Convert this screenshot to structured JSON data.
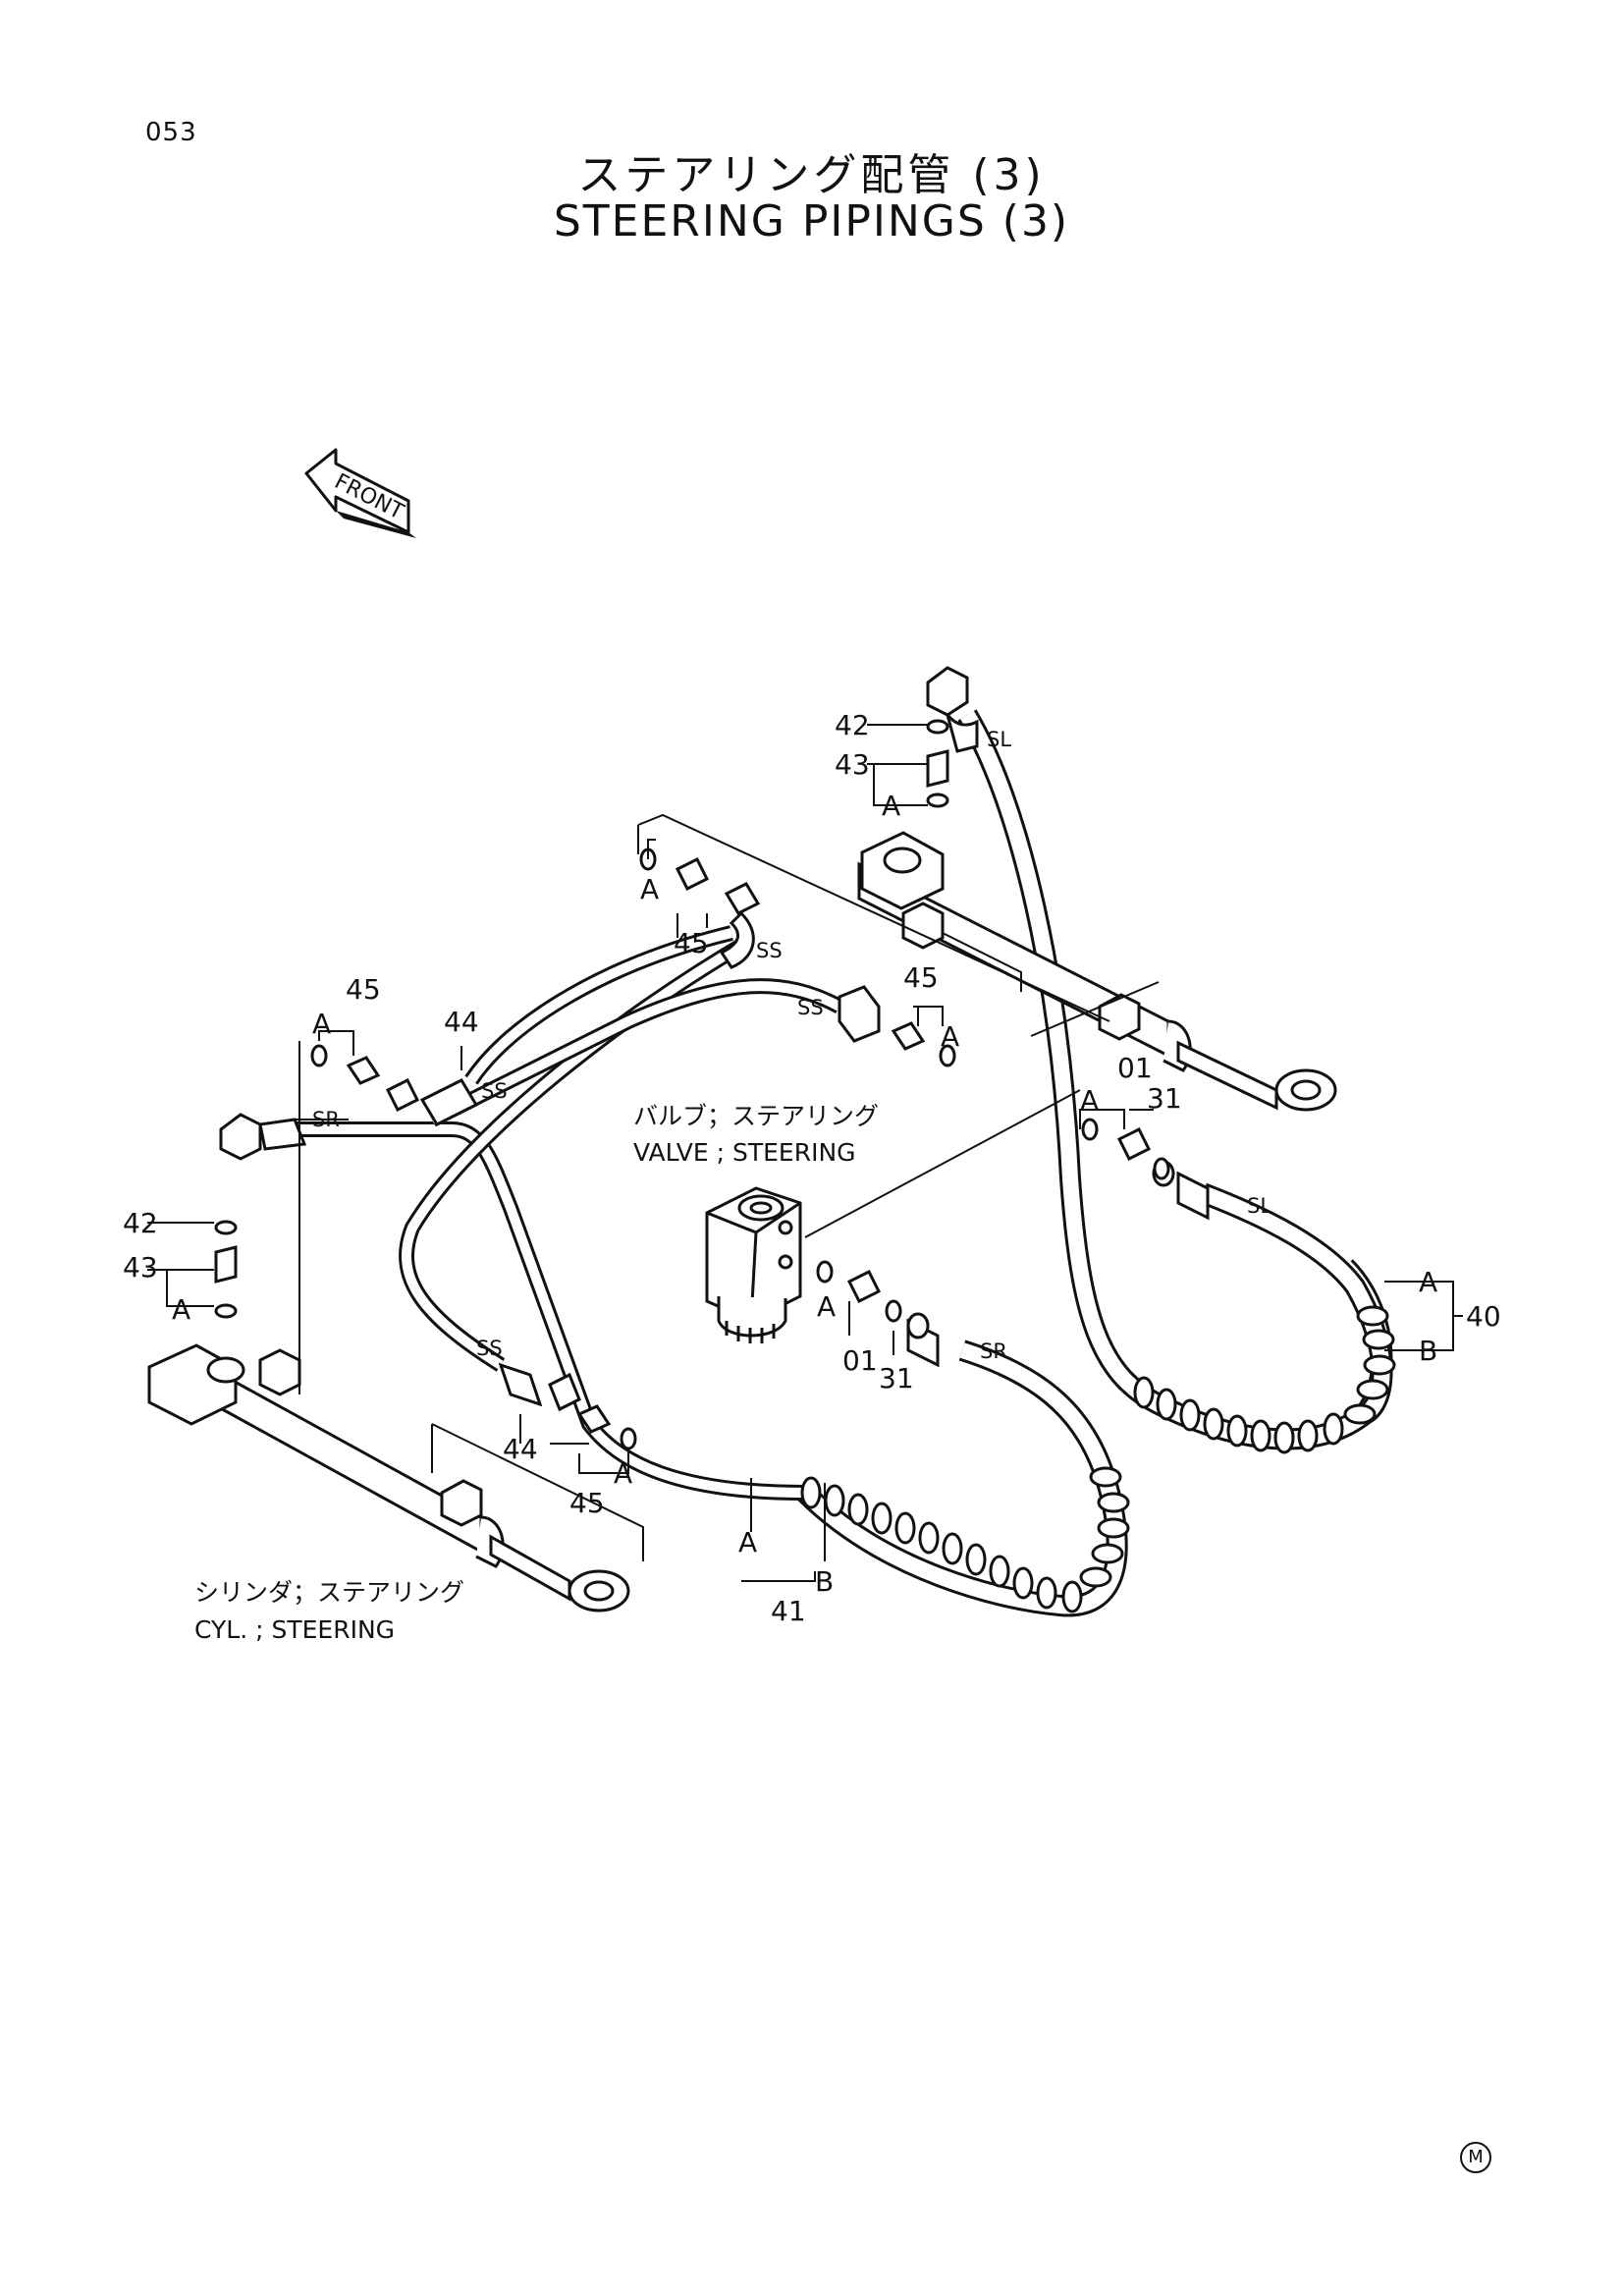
{
  "header": {
    "page_number": "053",
    "title_jp": "ステアリング配管 (3)",
    "title_en": "STEERING PIPINGS (3)"
  },
  "front_arrow": {
    "label": "FRONT"
  },
  "components": {
    "valve_jp": "バルブ；ステアリング",
    "valve_en": "VALVE ; STEERING",
    "cylinder_jp": "シリンダ；ステアリング",
    "cylinder_en": "CYL. ; STEERING"
  },
  "callouts": {
    "n42": "42",
    "n43": "43",
    "n44": "44",
    "n45": "45",
    "n01": "01",
    "n31": "31",
    "n40": "40",
    "n41": "41",
    "a": "A",
    "b": "B"
  },
  "hose_codes": {
    "sl": "SL",
    "ss": "SS",
    "sr": "SR"
  },
  "footer": {
    "mark": "M"
  },
  "icons": [
    "front-arrow-icon",
    "circled-m-icon"
  ]
}
